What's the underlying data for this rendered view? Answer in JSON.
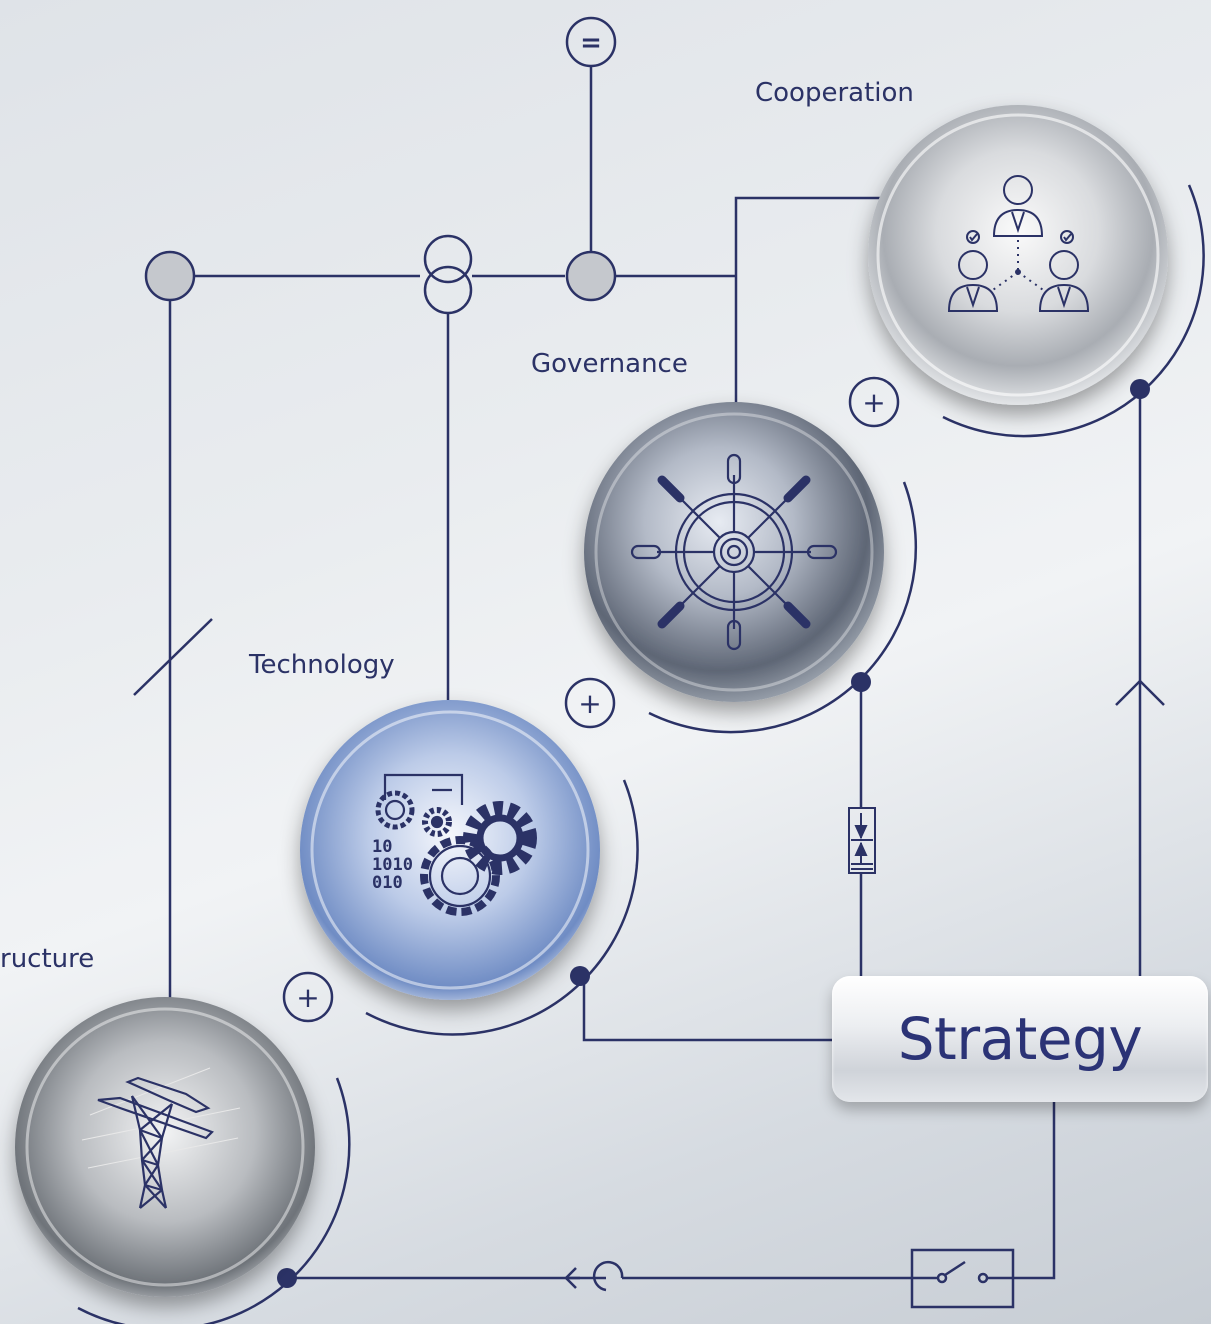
{
  "labels": {
    "cooperation": "Cooperation",
    "governance": "Governance",
    "technology": "Technology",
    "infrastructure": "ructure",
    "strategy": "Strategy"
  },
  "symbols": {
    "equals": "=",
    "plus": "+"
  },
  "colors": {
    "line": "#2b3266",
    "node_fill": "#c5c8cd",
    "accent_blue": "#8ea6d6"
  },
  "icons": {
    "cooperation": "team-people-icon",
    "governance": "ship-wheel-icon",
    "technology": "gears-binary-icon",
    "infrastructure": "power-pylon-icon"
  }
}
